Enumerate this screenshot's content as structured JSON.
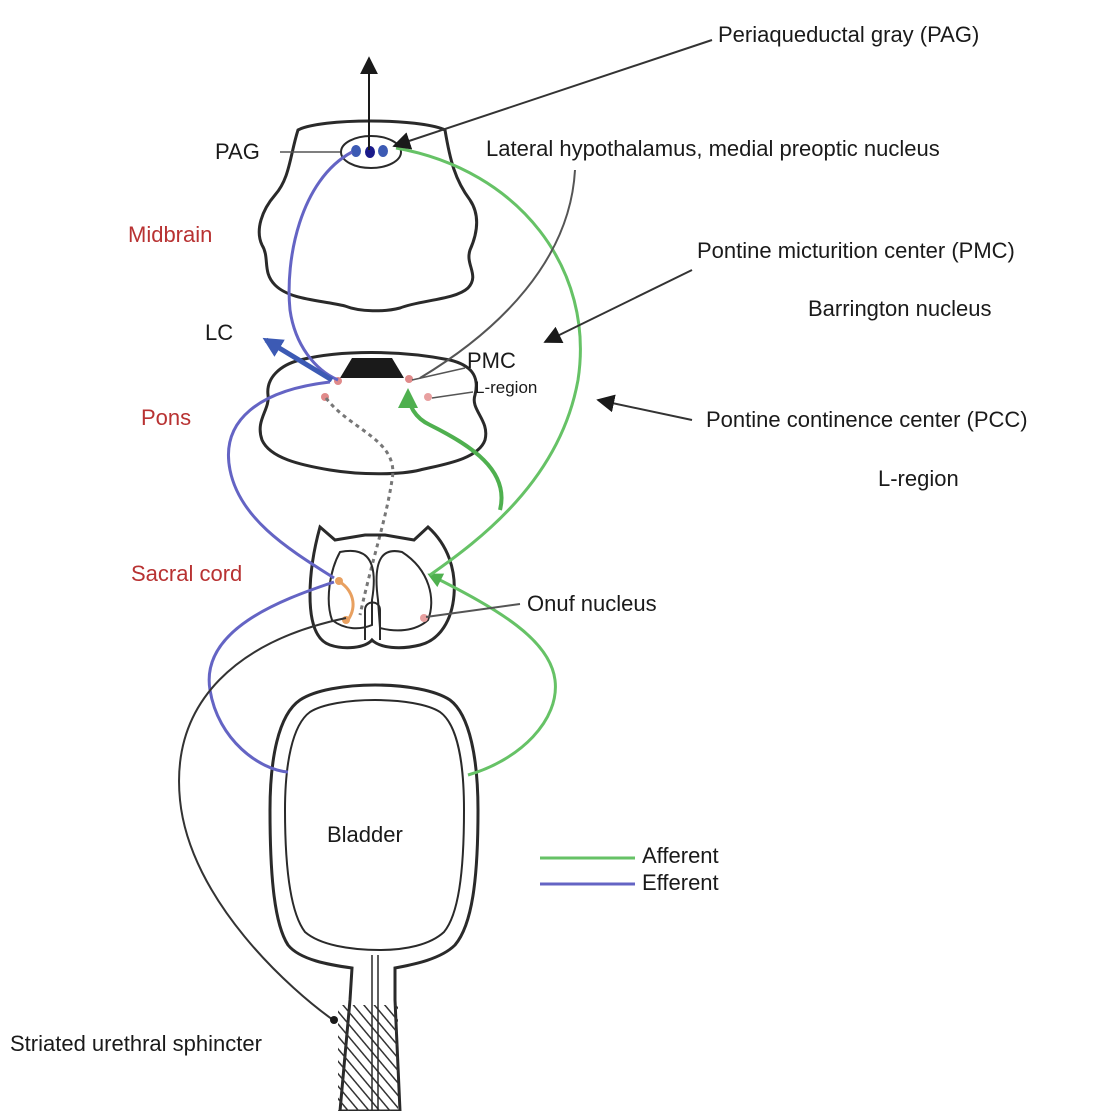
{
  "colors": {
    "afferent": "#66c266",
    "efferent": "#6464c4",
    "efferent_arrow": "#3c5ab4",
    "region_label": "#b83232",
    "outline": "#2a2a2a",
    "text": "#1a1a1a"
  },
  "labels": {
    "pag_full": "Periaqueductal gray (PAG)",
    "pag_short": "PAG",
    "lateral_hypothalamus": "Lateral hypothalamus, medial preoptic nucleus",
    "midbrain": "Midbrain",
    "pmc_full": "Pontine micturition center (PMC)",
    "barrington": "Barrington nucleus",
    "lc": "LC",
    "pmc_short": "PMC",
    "l_region_small": "L-region",
    "pons": "Pons",
    "pcc_full": "Pontine continence center (PCC)",
    "l_region": "L-region",
    "sacral_cord": "Sacral cord",
    "onuf_nucleus": "Onuf nucleus",
    "bladder": "Bladder",
    "striated_sphincter": "Striated urethral sphincter"
  },
  "legend": [
    {
      "label": "Afferent",
      "color": "#66c266"
    },
    {
      "label": "Efferent",
      "color": "#6464c4"
    }
  ]
}
